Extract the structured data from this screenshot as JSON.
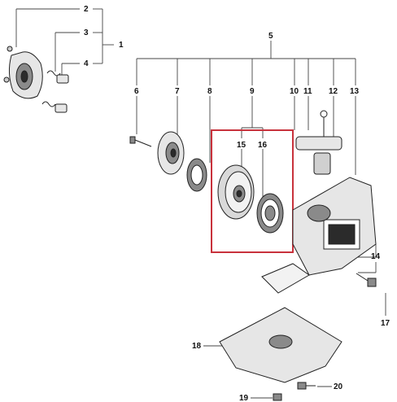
{
  "callouts": {
    "c1": "1",
    "c2": "2",
    "c3": "3",
    "c4": "4",
    "c5": "5",
    "c6": "6",
    "c7": "7",
    "c8": "8",
    "c9": "9",
    "c10": "10",
    "c11": "11",
    "c12": "12",
    "c13": "13",
    "c14": "14",
    "c15": "15",
    "c16": "16",
    "c17": "17",
    "c18": "18",
    "c19": "19",
    "c20": "20"
  },
  "colors": {
    "highlight_box": "#c8323c",
    "line": "#444444",
    "part_dark": "#2b2b2b",
    "part_mid": "#8a8a8a",
    "part_light": "#e6e6e6"
  }
}
